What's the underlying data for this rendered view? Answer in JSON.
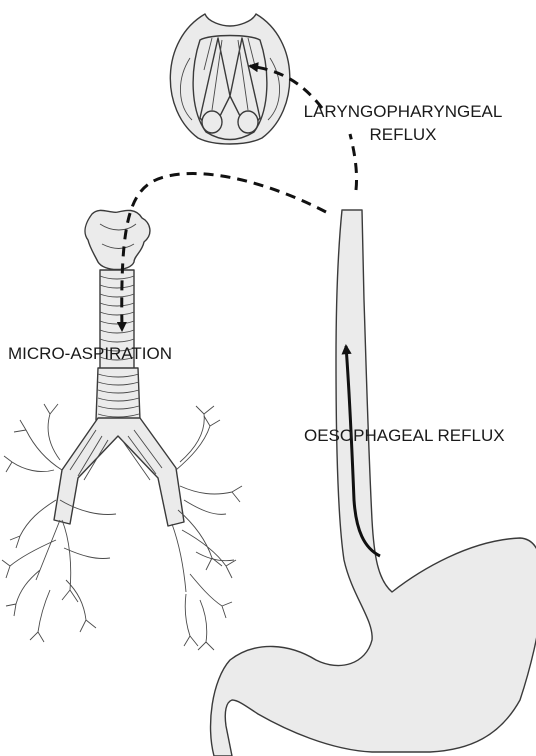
{
  "labels": {
    "lpr_line1": "LARYNGOPHARYNGEAL",
    "lpr_line2": "REFLUX",
    "micro_aspiration": "MICRO-ASPIRATION",
    "oesophageal_reflux": "OESOPHAGEAL REFLUX"
  },
  "colors": {
    "organ_fill": "#ebebeb",
    "outline": "#3a3a3a",
    "arrow": "#111111",
    "text": "#1a1a1a"
  }
}
